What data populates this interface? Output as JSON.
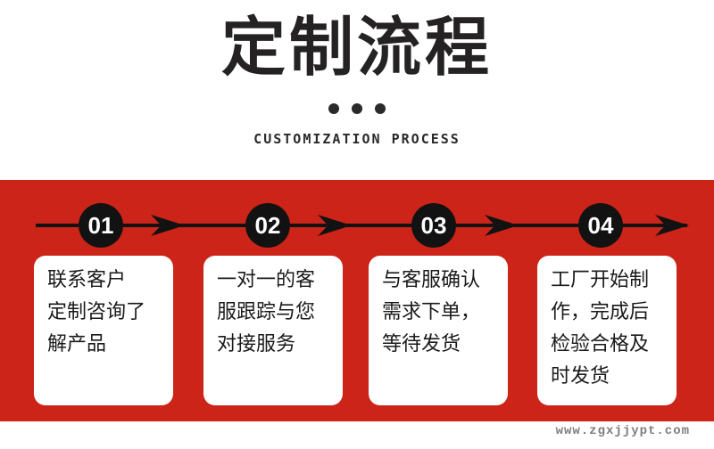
{
  "header": {
    "title": "定制流程",
    "subtitle": "CUSTOMIZATION PROCESS"
  },
  "steps": [
    {
      "number": "01",
      "lines": [
        "联系客户",
        "定制咨询了",
        "解产品"
      ]
    },
    {
      "number": "02",
      "lines": [
        "一对一的客",
        "服跟踪与您",
        "对接服务"
      ]
    },
    {
      "number": "03",
      "lines": [
        "与客服确认",
        "需求下单，",
        "等待发货"
      ]
    },
    {
      "number": "04",
      "lines": [
        "工厂开始制",
        "作，完成后",
        "检验合格及",
        "时发货"
      ]
    }
  ],
  "watermark": "www.zgxjjypt.com",
  "colors": {
    "band_red": "#cc2419",
    "ink_black": "#242222",
    "timeline_black": "#121212",
    "card_bg": "#ffffff",
    "watermark_gray": "#7e7e7e"
  }
}
